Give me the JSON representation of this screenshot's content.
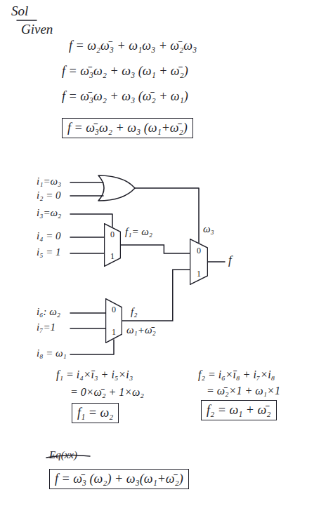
{
  "diagram": {
    "nodes": [
      {
        "text": [
          "f = ω̄₃ω₂ + ω₃ (ω₁+ω̄₂)"
        ]
      },
      {
        "text": [
          "0",
          "1"
        ]
      },
      {
        "text": [
          "0",
          "1"
        ]
      },
      {
        "text": [
          "0",
          "1"
        ]
      },
      {
        "text": [
          "f₁ = ω₂"
        ]
      },
      {
        "text": [
          "f₂ = ω₁ + ω̄₂"
        ]
      },
      {
        "text": [
          "f = ω̄₃ (ω₂) + ω₃(ω₁+ω̄₂)"
        ]
      }
    ],
    "edges": [
      {
        "from": 1,
        "to": 2,
        "arrow": "none"
      },
      {
        "from": 3,
        "to": 2,
        "arrow": "none"
      }
    ],
    "labels": [
      "Sol",
      "Given",
      "f = ω₂ω̄₃ + ω₁ω₃ + ω̄₂ω₃",
      "f = ω̄₃ω₂ + ω₃ (ω₁ + ω̄₂)",
      "f = ω̄₃ω₂ + ω₃ (ω̄₂ + ω₁)",
      "i₁=ω₃",
      "i₂ = 0",
      "i₃=ω₂",
      "i₄ = 0",
      "i₅ = 1",
      "f₁= ω₂",
      "ω₃",
      "f",
      "i₆: ω₂",
      "i₇=1",
      "i₈ = ω₁",
      "f₂",
      "ω₁+ω̄₂",
      "f₁ = i₄×ī₃ + i₅×i₃",
      "= 0×ω̄₂ + 1×ω₂",
      "f₂ = i₆×ī₈ + i₇×i₈",
      "= ω̄₂×1 + ω₁×1",
      "Eq(xx)"
    ]
  }
}
